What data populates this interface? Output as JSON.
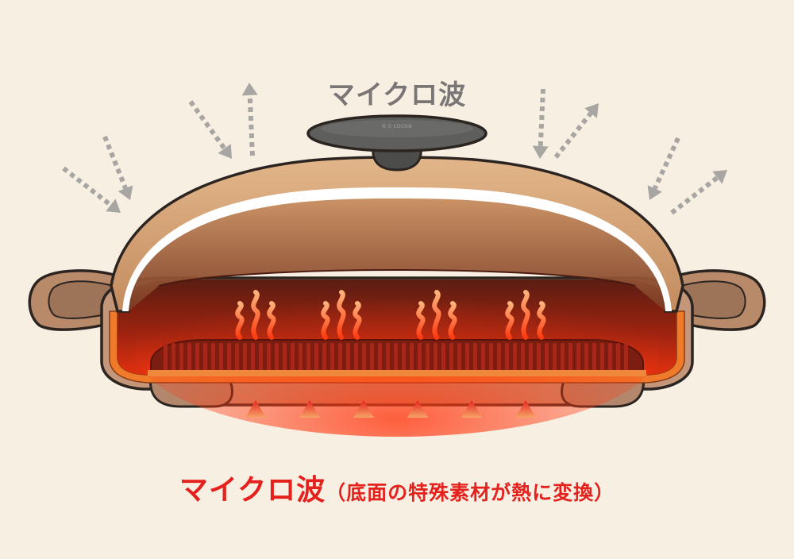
{
  "labels": {
    "top": "マイクロ波",
    "bottom_main": "マイクロ波",
    "bottom_sub": "（底面の特殊素材が熱に変換）"
  },
  "lid_knob_text": "e·s·cocoa",
  "colors": {
    "background": "#f8efe3",
    "top_label": "#7a7675",
    "bottom_label": "#e5211d",
    "lid": "#d5a57a",
    "knob": "#5e5f5c",
    "heat": "#ff4a1c"
  }
}
